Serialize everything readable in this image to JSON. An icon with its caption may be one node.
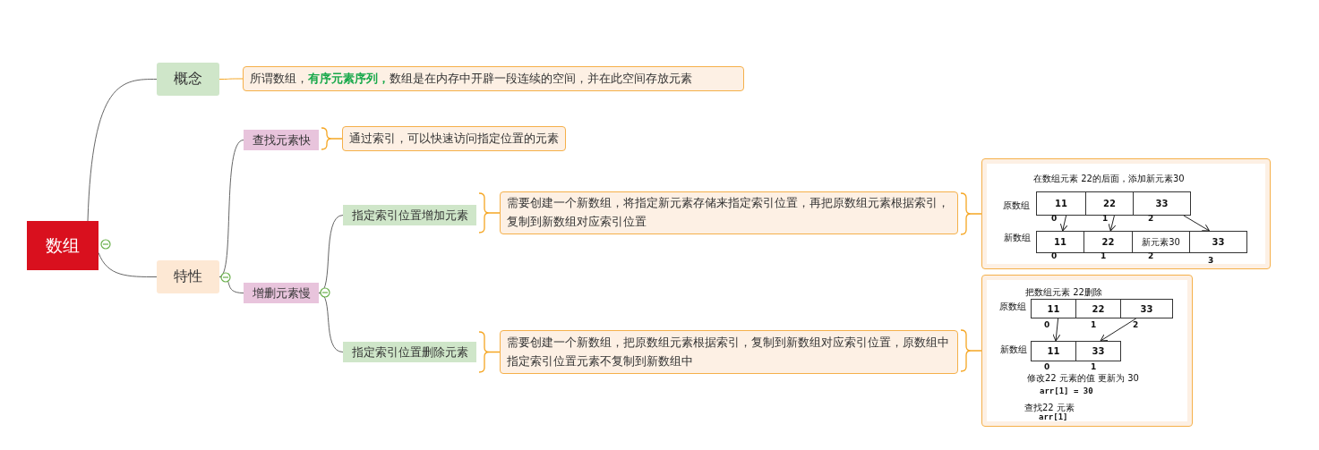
{
  "diagram": {
    "nodes": [
      {
        "text": [
          "数组"
        ]
      },
      {
        "text": [
          "概念"
        ]
      },
      {
        "text": [
          "所谓数组，**有序元素序列，**数组是在内存中开辟一段连续的空间，并在此空间存放元素"
        ]
      },
      {
        "text": [
          "特性"
        ]
      },
      {
        "text": [
          "查找元素快"
        ]
      },
      {
        "text": [
          "通过索引，可以快速访问指定位置的元素"
        ]
      },
      {
        "text": [
          "增删元素慢"
        ]
      },
      {
        "text": [
          "指定索引位置增加元素"
        ]
      },
      {
        "text": [
          "需要创建一个新数组，将指定新元素存储来指定索引位置，再把原数组元素根据索引，复制到新数组对应索引位置"
        ]
      },
      {
        "text": [
          "在数组元素 22的后面，添加新元素30"
        ]
      },
      {
        "text": [
          "11"
        ],
        "in": 9
      },
      {
        "text": [
          "22"
        ],
        "in": 9
      },
      {
        "text": [
          "33"
        ],
        "in": 9
      },
      {
        "text": [
          "11"
        ],
        "in": 9
      },
      {
        "text": [
          "22"
        ],
        "in": 9
      },
      {
        "text": [
          "新元素30"
        ],
        "in": 9
      },
      {
        "text": [
          "33"
        ],
        "in": 9
      },
      {
        "text": [
          "指定索引位置删除元素"
        ]
      },
      {
        "text": [
          "需要创建一个新数组，把原数组元素根据索引，复制到新数组对应索引位置，原数组中指定索引位置元素不复制到新数组中"
        ]
      },
      {
        "text": [
          "把数组元素 22删除"
        ]
      },
      {
        "text": [
          "11"
        ],
        "in": 19
      },
      {
        "text": [
          "22"
        ],
        "in": 19
      },
      {
        "text": [
          "33"
        ],
        "in": 19
      },
      {
        "text": [
          "11"
        ],
        "in": 19
      },
      {
        "text": [
          "33"
        ],
        "in": 19
      }
    ],
    "edges": [
      {
        "from": 0,
        "to": 1,
        "arrow": "none"
      },
      {
        "from": 0,
        "to": 3,
        "arrow": "none"
      },
      {
        "from": 1,
        "to": 2,
        "arrow": "none",
        "color": "#f5a623"
      },
      {
        "from": 3,
        "to": 4,
        "arrow": "none"
      },
      {
        "from": 3,
        "to": 6,
        "arrow": "none"
      },
      {
        "from": 4,
        "to": 5,
        "arrow": "none",
        "color": "#f5a623"
      },
      {
        "from": 6,
        "to": 7,
        "arrow": "none"
      },
      {
        "from": 6,
        "to": 17,
        "arrow": "none"
      },
      {
        "from": 7,
        "to": 8,
        "arrow": "none",
        "color": "#f5a623"
      },
      {
        "from": 8,
        "to": 9,
        "arrow": "none",
        "color": "#f5a623"
      },
      {
        "from": 17,
        "to": 18,
        "arrow": "none",
        "color": "#f5a623"
      },
      {
        "from": 18,
        "to": 19,
        "arrow": "none",
        "color": "#f5a623"
      },
      {
        "from": 10,
        "to": 13,
        "arrow": "to"
      },
      {
        "from": 11,
        "to": 14,
        "arrow": "to"
      },
      {
        "from": 12,
        "to": 16,
        "arrow": "to"
      },
      {
        "from": 20,
        "to": 23,
        "arrow": "to"
      },
      {
        "from": 22,
        "to": 24,
        "arrow": "to"
      }
    ],
    "labels": [
      "原数组",
      "0",
      "1",
      "2",
      "新数组",
      "0",
      "1",
      "2",
      "3",
      "原数组",
      "0",
      "1",
      "2",
      "新数组",
      "0",
      "1",
      "修改22 元素的值 更新为 30",
      "arr[1] = 30",
      "查找22 元素",
      "arr[1]"
    ]
  }
}
